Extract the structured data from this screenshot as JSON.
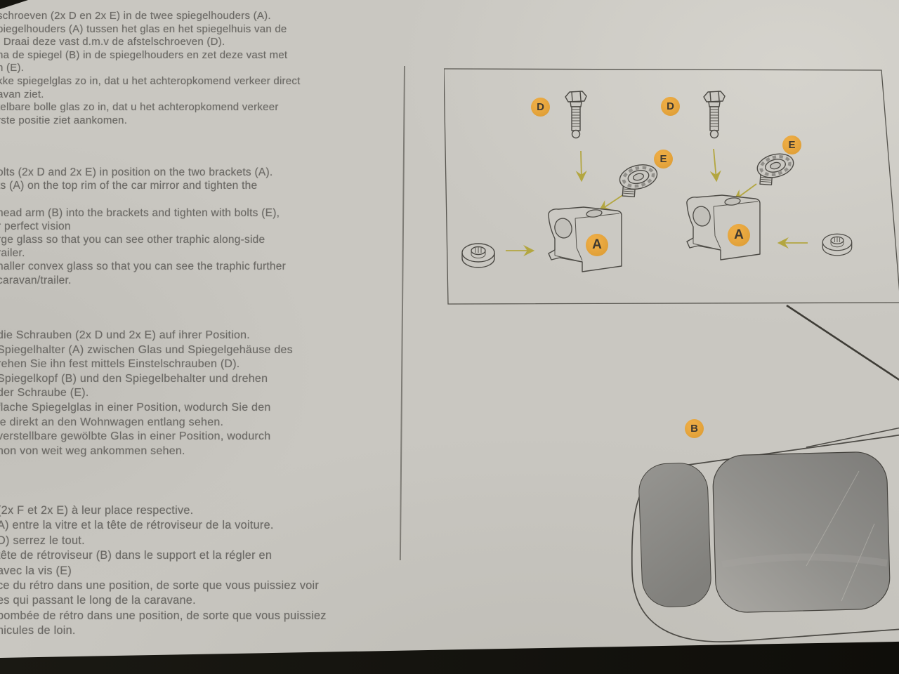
{
  "nl": {
    "lines": [
      "schroeven (2x D en 2x E)  in de twee spiegelhouders (A).",
      "piegelhouders (A) tussen het glas en het spiegelhuis van de",
      ". Draai deze vast d.m.v de afstelschroeven (D).",
      "na de spiegel (B) in de spiegelhouders en zet deze vast met",
      "n (E).",
      "kke spiegelglas zo in, dat u het achteropkomend verkeer direct",
      "avan ziet.",
      "telbare bolle glas zo in, dat u het achteropkomend verkeer",
      "rste positie ziet aankomen."
    ]
  },
  "en": {
    "lines": [
      "olts (2x D and 2x E) in position on the two brackets (A).",
      "ts (A) on the top rim of the car mirror and tighten the",
      "",
      "head arm (B) into the brackets and tighten with bolts (E),",
      "r perfect vision",
      "rge glass so that you can see other traphic along-side",
      "railer.",
      "naller convex glass so that you can see the traphic further",
      "caravan/trailer."
    ]
  },
  "de": {
    "lines": [
      "die Schrauben (2x D und 2x E) auf ihrer Position.",
      "Spiegelhalter (A) zwischen Glas und Spiegelgehäuse des",
      "rehen Sie ihn fest mittels Einstelschrauben (D).",
      "Spiegelkopf (B) und den Spiegelbehalter und drehen",
      "der Schraube (E).",
      "flache Spiegelglas in einer Position, wodurch Sie den",
      "ie direkt an den Wohnwagen entlang sehen.",
      "verstellbare gewölbte Glas in einer Position, wodurch",
      "hon von weit weg ankommen sehen."
    ]
  },
  "fr": {
    "lines": [
      "(2x F et 2x E) à leur place respective.",
      "A) entre la vitre et la tête de rétroviseur de la voiture.",
      "D) serrez le tout.",
      "tête de rétroviseur (B) dans le support et la régler en",
      "avec la vis (E)",
      "ce du rétro dans une position, de sorte que vous puissiez voir",
      "es qui passant le long de la caravane.",
      "bombée de rétro dans une position, de sorte que vous puissiez",
      "hicules de loin."
    ]
  },
  "diagram": {
    "labels": {
      "d1": "D",
      "d2": "D",
      "e1": "E",
      "e2": "E",
      "a1": "A",
      "a2": "A",
      "b": "B"
    }
  },
  "colors": {
    "paper": "#c9c7c1",
    "text_gray": "#6b6965",
    "badge_orange": "#e2a23b",
    "badge_letter": "#3f3930",
    "arrow_olive": "#b3a640",
    "line_ink": "#4c4a45",
    "bottom_band": "#17160f"
  }
}
